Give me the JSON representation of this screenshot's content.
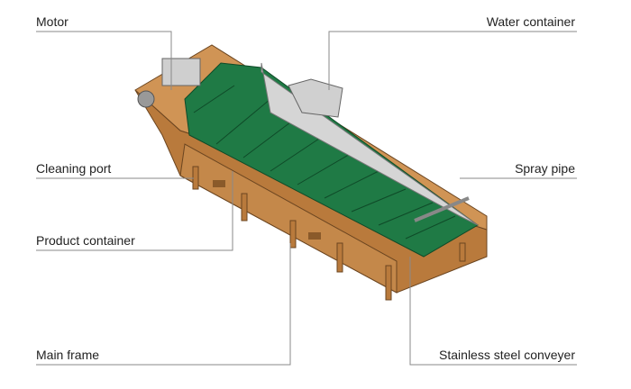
{
  "labels": {
    "motor": "Motor",
    "water_container": "Water container",
    "cleaning_port": "Cleaning port",
    "spray_pipe": "Spray pipe",
    "product_container": "Product container",
    "main_frame": "Main frame",
    "stainless_steel_conveyer": "Stainless steel conveyer"
  },
  "colors": {
    "frame": "#b97a3c",
    "belt": "#1f7a45",
    "steel": "#c8c8c8",
    "line": "#8a8a8a"
  }
}
